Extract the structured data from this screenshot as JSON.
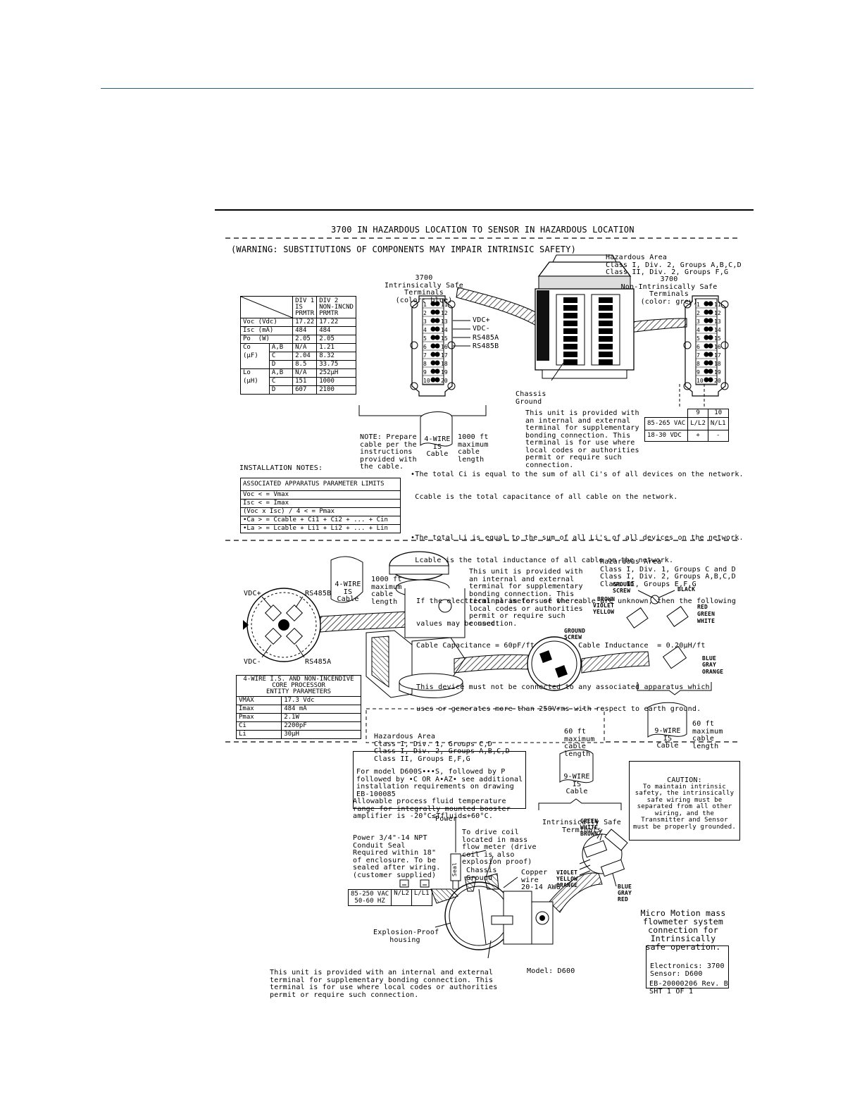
{
  "title": "3700 IN HAZARDOUS LOCATION TO SENSOR IN HAZARDOUS LOCATION",
  "warning": "(WARNING: SUBSTITUTIONS OF COMPONENTS MAY IMPAIR INTRINSIC SAFETY)",
  "hazard_top_right": [
    "Hazardous Area",
    "Class I, Div. 2, Groups A,B,C,D",
    "Class II, Div. 2, Groups F,G"
  ],
  "is_terminals": [
    "3700",
    "Intrinsically Safe",
    "Terminals",
    "(color: blue)"
  ],
  "nis_terminals": [
    "3700",
    "Non-Intrinsically Safe",
    "Terminals",
    "(color: grey)"
  ],
  "signal_labels": [
    "VDC+",
    "VDC-",
    "RS485A",
    "RS485B"
  ],
  "chassis_ground": [
    "Chassis",
    "Ground"
  ],
  "bonding_note_top": [
    "This unit is provided with",
    "an internal and external",
    "terminal for supplementary",
    "bonding connection. This",
    "terminal is for use where",
    "local codes or authorities",
    "permit or require such",
    "connection."
  ],
  "param_table": {
    "headers": [
      "DIV 1\nIS\nPRMTR",
      "DIV 2\nNON-INCND\nPRMTR"
    ],
    "rows": [
      [
        "Voc (Vdc)",
        "",
        "17.22",
        "17.22"
      ],
      [
        "Isc (mA)",
        "",
        "484",
        "484"
      ],
      [
        "Po  (W)",
        "",
        "2.05",
        "2.05"
      ],
      [
        "Co",
        "A,B",
        "N/A",
        "1.21"
      ],
      [
        "(µF)",
        "C",
        "2.04",
        "8.32"
      ],
      [
        "",
        "D",
        "8.5",
        "33.75"
      ],
      [
        "Lo",
        "A,B",
        "N/A",
        "252µH"
      ],
      [
        "(µH)",
        "C",
        "151",
        "1000"
      ],
      [
        "",
        "D",
        "607",
        "2100"
      ]
    ]
  },
  "power_table": {
    "cols": [
      "9",
      "10"
    ],
    "rows": [
      [
        "85-265 VAC",
        "L/L2",
        "N/L1"
      ],
      [
        "18-30 VDC",
        "+",
        "-"
      ]
    ]
  },
  "note_prepare": [
    "NOTE: Prepare",
    "cable per the",
    "instructions",
    "provided with",
    "the cable."
  ],
  "cable_4wire": [
    "4-WIRE",
    "IS",
    "Cable"
  ],
  "cable_1000": [
    "1000 ft",
    "maximum",
    "cable",
    "length"
  ],
  "installation_notes": "INSTALLATION NOTES:",
  "assoc_table": {
    "header": "ASSOCIATED APPARATUS PARAMETER LIMITS",
    "rows": [
      "Voc < = Vmax",
      "Isc < = Imax",
      "(Voc x Isc) / 4 < = Pmax",
      "•Ca > = Ccable + Ci1 + Ci2 + ... + Cin",
      "•La > = Lcable + Li1 + Li2 + ... + Lin"
    ]
  },
  "notes_right": [
    "•The total Ci is equal to the sum of all Ci's of all devices on the network.",
    " Ccable is the total capacitance of all cable on the network.",
    "•The total Li is equal to the sum of all Li's of all devices on the network.",
    " Lcable is the total inductance of all cable on the network.",
    "If the electrical parameters of the cable are unknown, then the following",
    "values may be used:",
    "Cable Capacitance = 60pF/ft          Cable Inductance  = 0.20µH/ft",
    "This device must not be connected to any associated apparatus which",
    "uses or generates more than 250Vrms with respect to earth ground."
  ],
  "hazard_mid_right": [
    "Hazardous Area",
    "Class I, Div. 1, Groups C and D",
    "Class I, Div. 2, Groups A,B,C,D",
    "Class II, Groups E,F,G"
  ],
  "core_labels": [
    "VDC+",
    "RS485B",
    "VDC-",
    "RS485A"
  ],
  "core_table": {
    "header": "4-WIRE I.S. AND NON-INCENDIVE\nCORE PROCESSOR\nENTITY PARAMETERS",
    "rows": [
      [
        "VMAX",
        "17.3 Vdc"
      ],
      [
        "Imax",
        "484 mA"
      ],
      [
        "Pmax",
        "2.1W"
      ],
      [
        "Ci",
        "2200pF"
      ],
      [
        "Li",
        "30µH"
      ]
    ]
  },
  "wire_labels_a": [
    "GROUND",
    "SCREW",
    "BLACK",
    "BROWN",
    "VIOLET",
    "YELLOW",
    "RED",
    "GREEN",
    "WHITE",
    "BLUE",
    "GRAY",
    "ORANGE"
  ],
  "ground_screw2": [
    "GROUND",
    "SCREW"
  ],
  "cable_9wire": [
    "9-WIRE",
    "IS",
    "Cable"
  ],
  "cable_60": [
    "60 ft",
    "maximum",
    "cable",
    "length"
  ],
  "hazard_box_mid": [
    "Hazardous Area",
    "Class I, Div. 1, Groups C,D",
    "Class I, Div. 2, Groups A,B,C,D",
    "Class II, Groups E,F,G"
  ],
  "model_box": [
    "For model D600S•••S, followed by P",
    "followed by •C OR A•AZ• see additional",
    "installation requirements on drawing",
    "EB-100085"
  ],
  "temp_note": [
    "Allowable process fluid temperature",
    "range for integrally mounted booster",
    "amplifier is -20°C≤Tfluid≤+60°C."
  ],
  "caution": [
    "CAUTION:",
    "To maintain intrinsic",
    "safety, the intrinsically",
    "safe wiring must be",
    "separated from all other",
    "wiring, and the",
    "Transmitter and Sensor",
    "must be properly grounded."
  ],
  "is_terminals_bottom": [
    "Intrinsically Safe",
    "Terminals"
  ],
  "wire_labels_b": [
    "GREEN",
    "WHITE",
    "BROWN",
    "VIOLET",
    "YELLOW",
    "ORANGE",
    "BLUE",
    "GRAY",
    "RED"
  ],
  "power_note": [
    "Power 3/4\"-14 NPT",
    "Conduit Seal",
    "Required within 18\"",
    "of enclosure. To be",
    "sealed after wiring.",
    "(customer supplied)"
  ],
  "power_label": "Power",
  "seal_label": "Seal",
  "drive_coil": [
    "To drive coil",
    "located in mass",
    "flow meter (drive",
    "coil is also",
    "explosion proof)"
  ],
  "chassis_ground2": [
    "Chassis",
    "Ground"
  ],
  "copper_wire": [
    "Copper",
    "wire",
    "20-14 AWG"
  ],
  "power_box": [
    "85-250 VAC",
    "50-60 HZ",
    "N/L2",
    "L/L1"
  ],
  "explosion_proof": [
    "Explosion-Proof",
    "housing"
  ],
  "micro_motion": [
    "Micro Motion mass",
    "flowmeter system",
    "connection for",
    "Intrinsically",
    "safe operation."
  ],
  "electronics_box": [
    "Electronics: 3700",
    "Sensor: D600"
  ],
  "bonding_note_bottom": [
    "This unit is provided with an internal and external",
    "terminal for supplementary bonding connection. This",
    "terminal is for use where local codes or authorities",
    "permit or require such connection."
  ],
  "model_label": "Model: D600",
  "drawing_no": [
    "EB-20000206 Rev. B",
    "SHT 1 OF 1"
  ]
}
